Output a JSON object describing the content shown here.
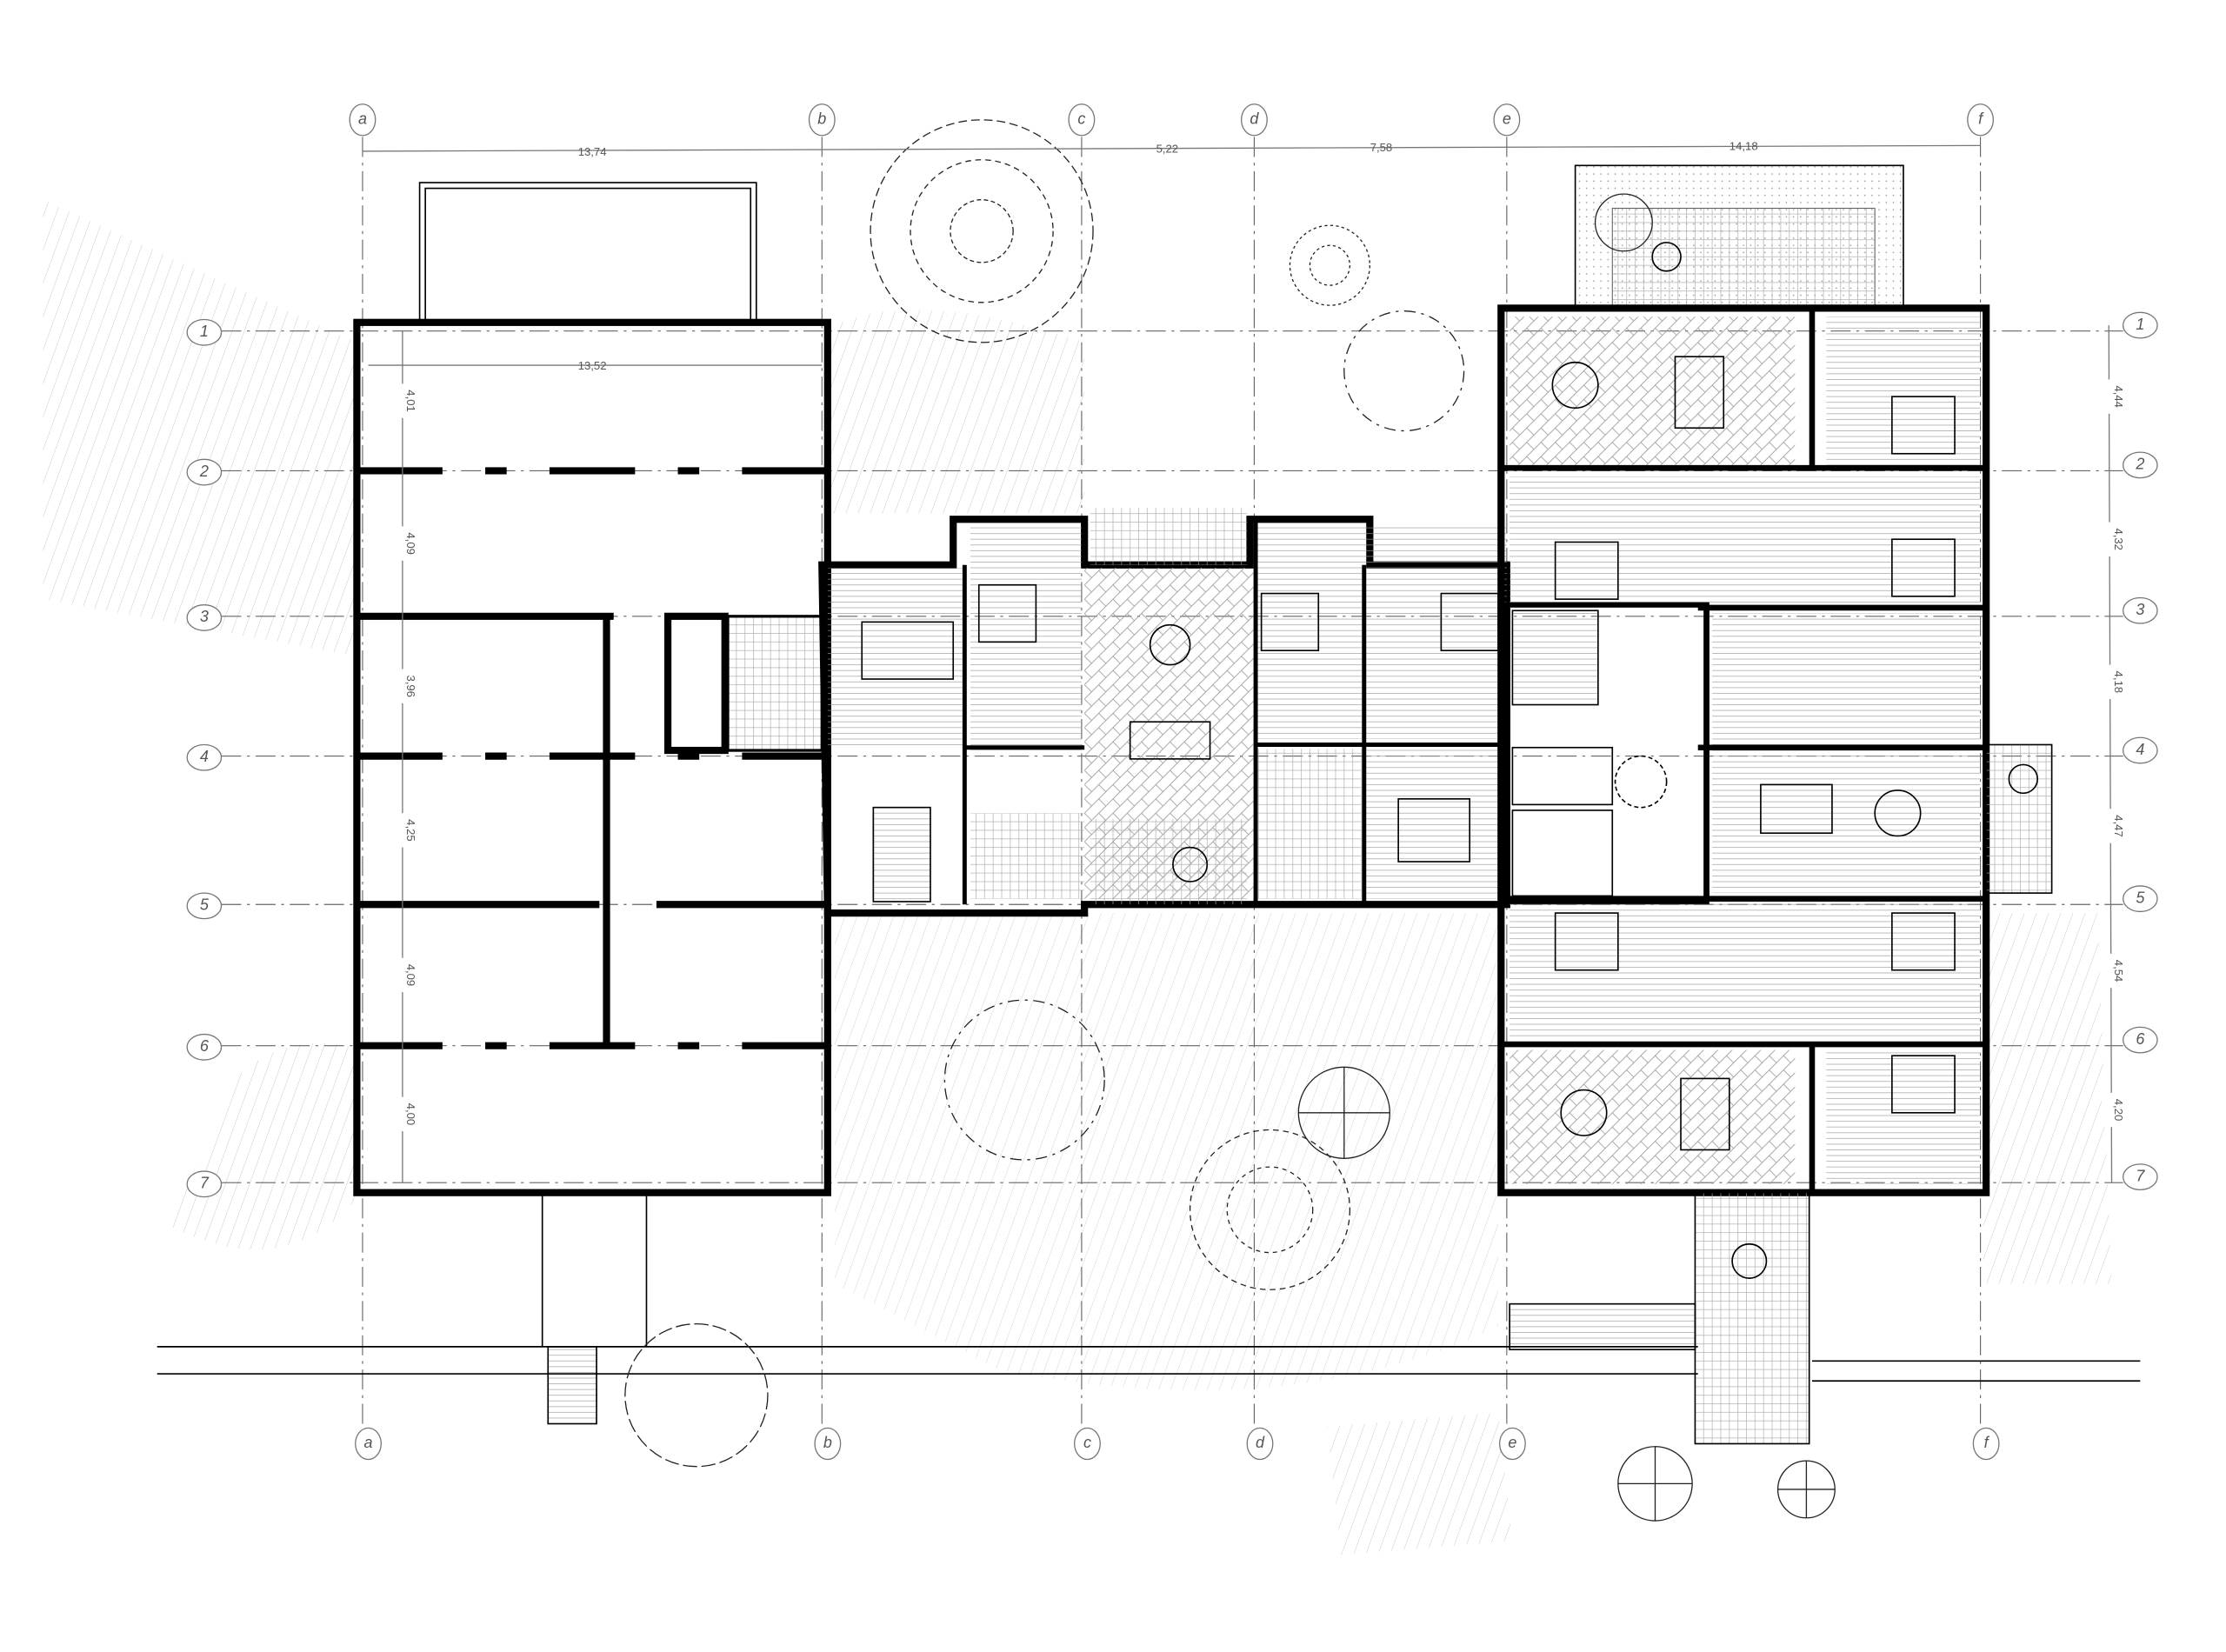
{
  "title": "Floor plan",
  "grid": {
    "columns": [
      "a",
      "b",
      "c",
      "d",
      "e",
      "f"
    ],
    "rows": [
      "1",
      "2",
      "3",
      "4",
      "5",
      "6",
      "7"
    ]
  },
  "dimensions": {
    "top": [
      "13,74",
      "5,22",
      "7,58",
      "14,18"
    ],
    "left_inner_width": "13,52",
    "left_rows": [
      "4,01",
      "4,09",
      "3,96",
      "4,25",
      "4,09",
      "4,00"
    ],
    "right_rows": [
      "4,44",
      "4,32",
      "4,18",
      "4,47",
      "4,54",
      "4,20"
    ]
  },
  "colors": {
    "wall": "#000000",
    "grid": "#666666",
    "hatch": "#bbbbbb"
  }
}
